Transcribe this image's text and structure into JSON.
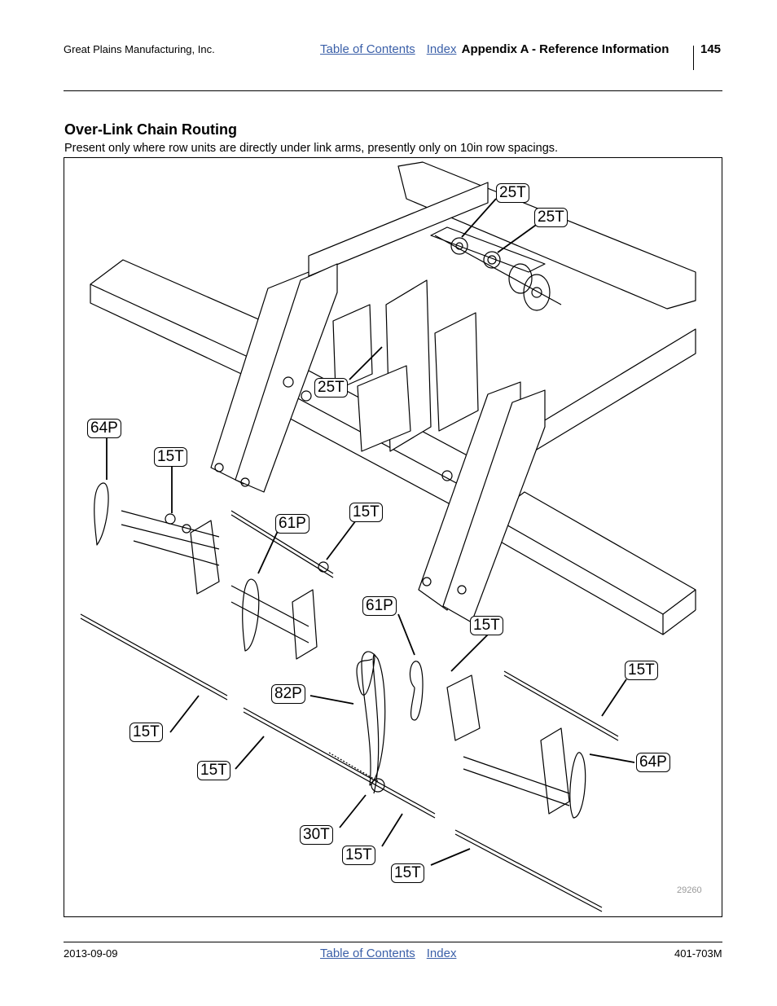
{
  "header": {
    "company": "Great Plains Manufacturing, Inc.",
    "toc_link": "Table of Contents",
    "index_link": "Index",
    "section": "Appendix A - Reference Information",
    "page_number": "145"
  },
  "content": {
    "title": "Over-Link Chain Routing",
    "description": "Present only where row units are directly under link arms, presently only on 10in row spacings."
  },
  "figure": {
    "number": "29260",
    "callouts": [
      "25T",
      "25T",
      "25T",
      "64P",
      "15T",
      "61P",
      "15T",
      "61P",
      "15T",
      "15T",
      "82P",
      "15T",
      "15T",
      "64P",
      "30T",
      "15T",
      "15T"
    ]
  },
  "footer": {
    "date": "2013-09-09",
    "toc_link": "Table of Contents",
    "index_link": "Index",
    "doc_number": "401-703M"
  },
  "colors": {
    "link": "#3a5fa8"
  }
}
